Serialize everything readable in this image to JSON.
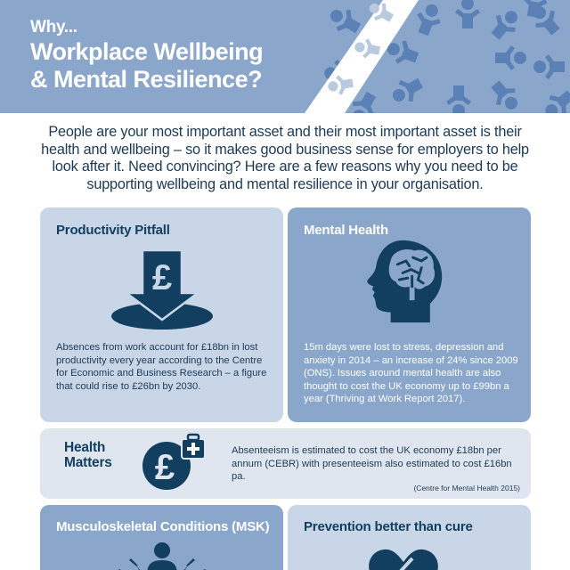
{
  "header": {
    "kicker": "Why...",
    "title_line1": "Workplace Wellbeing",
    "title_line2": "& Mental Resilience?"
  },
  "intro": {
    "text": "People are your most important asset and their most important asset is their health and wellbeing – so it makes good business sense for employers to help look after it. Need convincing? Here are a few reasons why you need to be supporting wellbeing and mental resilience in your organisation."
  },
  "cards": {
    "productivity": {
      "title": "Productivity Pitfall",
      "icon": "pound-down-arrow-icon",
      "body": "Absences from work account for £18bn in lost productivity every year according to the Centre for Economic and Business Research – a figure that could rise to £26bn by 2030."
    },
    "mental_health": {
      "title": "Mental Health",
      "icon": "head-brain-icon",
      "body": "15m days were lost to stress, depression and anxiety in 2014 – an increase of 24% since 2009 (ONS).  Issues around mental health are also thought to cost the UK economy up to £99bn a year (Thriving at Work Report 2017)."
    },
    "health_matters": {
      "title_line1": "Health",
      "title_line2": "Matters",
      "icon": "pound-medical-kit-icon",
      "body": "Absenteeism is estimated to cost the UK economy £18bn per annum (CEBR) with presenteeism also estimated to cost £16bn pa.",
      "source": "(Centre for Mental Health 2015)"
    },
    "msk": {
      "title": "Musculoskeletal Conditions (MSK)",
      "icon": "person-pain-icon"
    },
    "prevention": {
      "title": "Prevention better than cure",
      "icon": "pill-capsule-icon"
    }
  },
  "colors": {
    "header_bg": "#8aa7cb",
    "navy": "#123e5f",
    "card_light": "#c8d6e8",
    "card_mid": "#8aa7cb",
    "card_pale": "#dfe6ef",
    "pattern": "#5b80b5"
  }
}
